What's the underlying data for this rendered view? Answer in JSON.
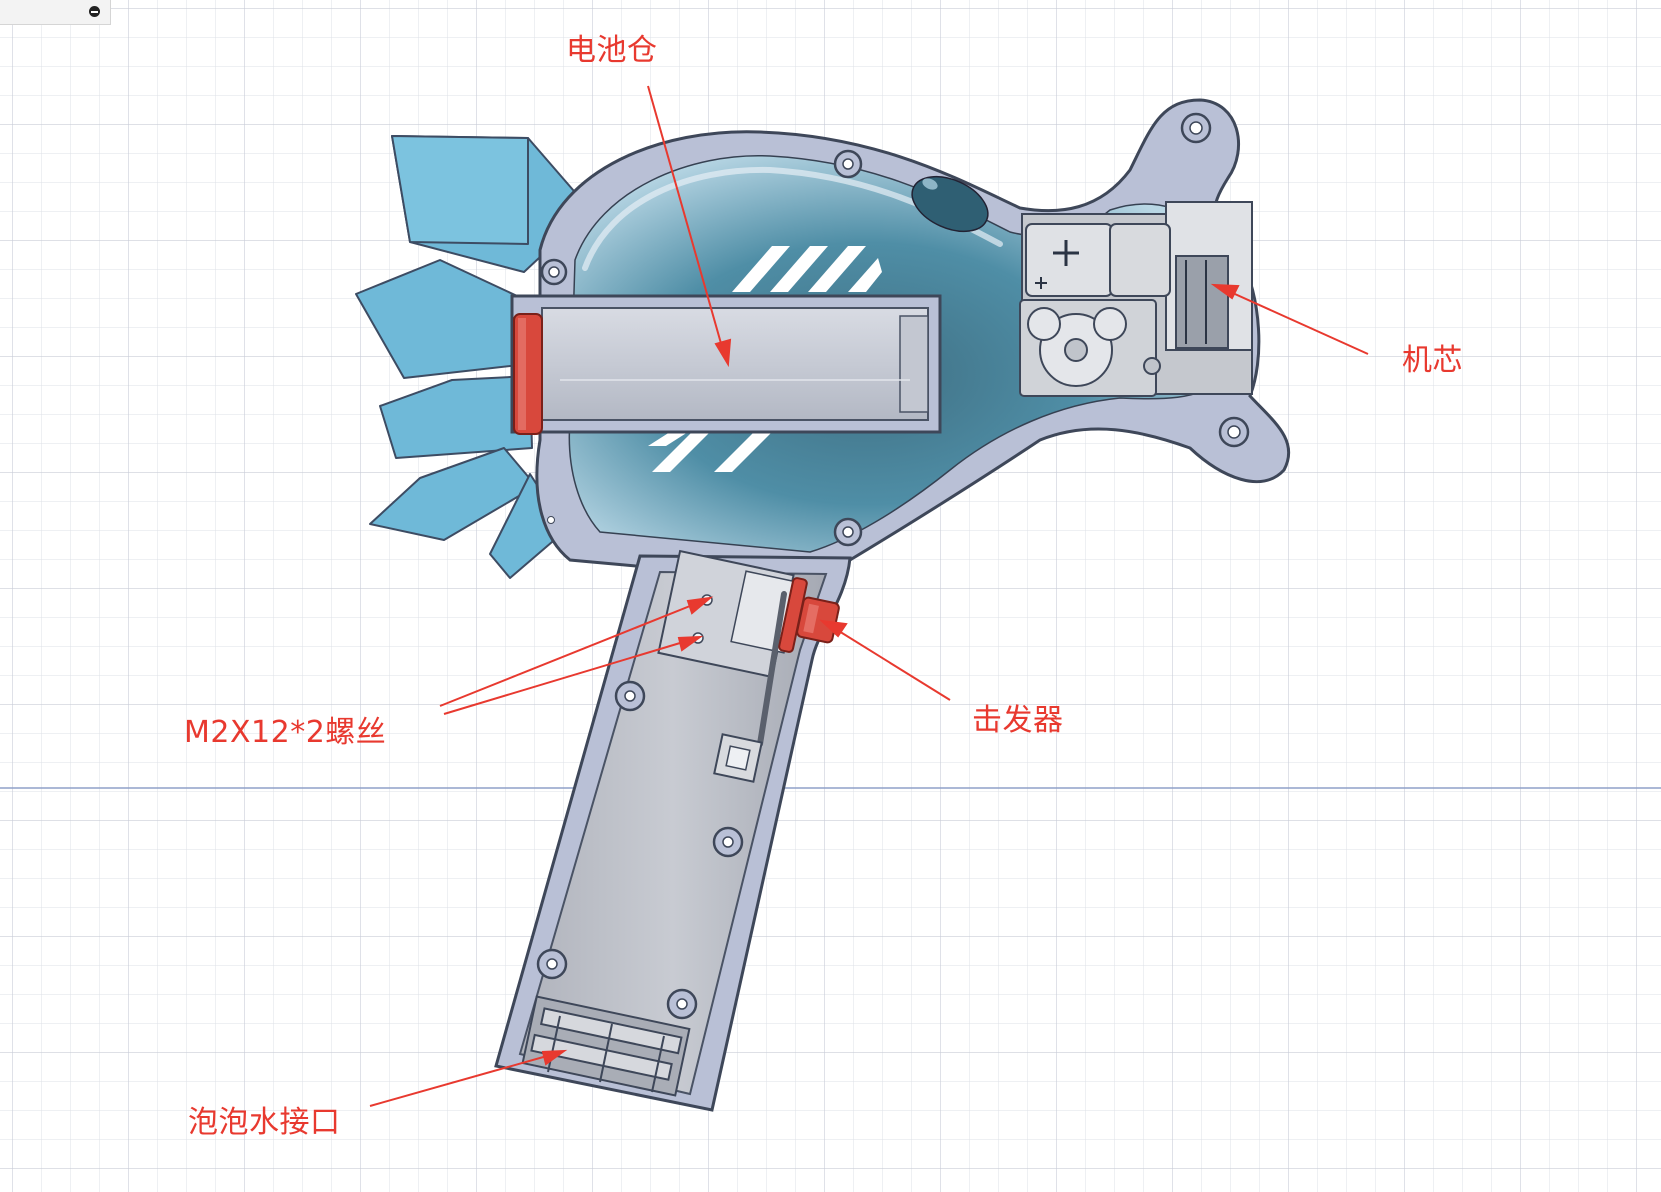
{
  "diagram": {
    "accent_color": "#e8392f",
    "labels": {
      "battery_compartment": "电池仓",
      "movement": "机芯",
      "trigger": "击发器",
      "screws": "M2X12*2螺丝",
      "bubble_interface": "泡泡水接口"
    },
    "parts": {
      "shell_color": "#b9c0d6",
      "fan_color": "#6fb9d8",
      "trigger_color": "#d8483c"
    }
  },
  "window": {
    "collapse_icon": "minus-circle-icon"
  }
}
